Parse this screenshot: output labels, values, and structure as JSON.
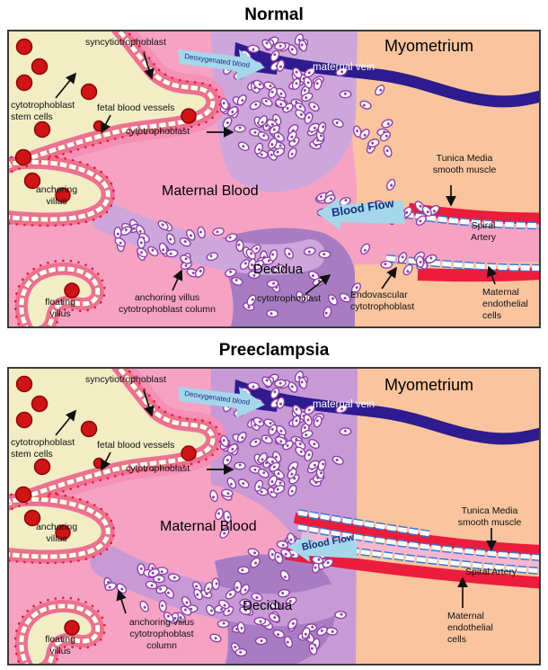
{
  "figure": {
    "title_normal": "Normal",
    "title_preeclampsia": "Preeclampsia"
  },
  "colors": {
    "maternal_blood_pink": "#f6a3c3",
    "villus_yellow": "#f2edc4",
    "syncytiotrophoblast_pink": "#ee6f98",
    "decidua_purple_light": "#cda6dc",
    "decidua_purple_dark": "#a87cc2",
    "myometrium_peach": "#f9c49e",
    "maternal_vein_navy": "#2d1b8f",
    "spiral_artery_red": "#ec1c3c",
    "flow_arrow_blue": "#a5d7eb",
    "red_blood_cell": "#cf1416"
  },
  "normal": {
    "syncytiotrophoblast": "syncytiotrophoblast",
    "deoxygenated_blood": "Deoxygenated blood",
    "cytotrophoblast_stem_cells": "cytotrophoblast\nstem cells",
    "fetal_blood_vessels": "fetal blood vessels",
    "cytotrophoblast": "cytotrophoblast",
    "anchoring_villus": "anchoring\nvillus",
    "floating_villus": "floating\nvillus",
    "maternal_blood": "Maternal Blood",
    "blood_flow": "Blood Flow",
    "anchoring_villus_column": "anchoring villus\ncytotrophoblast column",
    "decidua": "Decidua",
    "decidua_cytotrophoblast": "cytotrophoblast",
    "endovascular_cytotrophoblast": "Endovascular\ncytotrophoblast",
    "tunica_media": "Tunica Media\nsmooth muscle",
    "spiral_artery": "Spiral\nArtery",
    "maternal_endothelial_cells": "Maternal\nendothelial\ncells",
    "myometrium": "Myometrium",
    "maternal_vein": "maternal vein"
  },
  "preeclampsia": {
    "syncytiotrophoblast": "syncytiotrophoblast",
    "deoxygenated_blood": "Deoxygenated blood",
    "cytotrophoblast_stem_cells": "cytotrophoblast\nstem cells",
    "fetal_blood_vessels": "fetal blood vessels",
    "cytotrophoblast": "cytotrophoblast",
    "anchoring_villus": "anchoring\nvillus",
    "floating_villus": "floating\nvillus",
    "maternal_blood": "Maternal Blood",
    "blood_flow": "Blood Flow",
    "anchoring_villus_column": "anchoring villus\ncytotrophoblast\ncolumn",
    "decidua": "Decidua",
    "tunica_media": "Tunica Media\nsmooth muscle",
    "spiral_artery": "Spiral Artery",
    "maternal_endothelial_cells": "Maternal\nendothelial\ncells",
    "myometrium": "Myometrium",
    "maternal_vein": "maternal vein"
  }
}
